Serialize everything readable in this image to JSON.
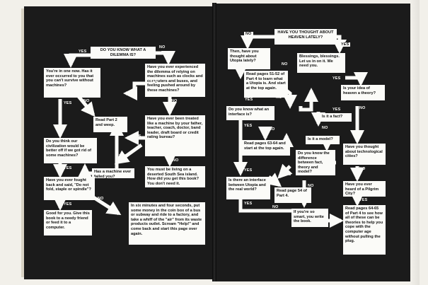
{
  "left": {
    "boxes": [
      {
        "id": "l_dilemma",
        "text": "DO YOU KNOW WHAT A DILEMMA IS?"
      },
      {
        "id": "l_inone",
        "text": "You're in one now. Has it ever occurred to you that you can't survive without machines?"
      },
      {
        "id": "l_experienced",
        "text": "Have you ever experienced the dilemma of relying on machines such as clocks and computers and buses, and feeling pushed around by these machines?"
      },
      {
        "id": "l_read2",
        "text": "Read Part 2 and weep."
      },
      {
        "id": "l_treated",
        "text": "Have you ever been treated like a machine by your father, teacher, coach, doctor, band leader, draft board or credit rating bureau?"
      },
      {
        "id": "l_civilization",
        "text": "Do you think our civilization would be better off if we got rid of some machines?"
      },
      {
        "id": "l_failed",
        "text": "Has a machine ever failed you?"
      },
      {
        "id": "l_desert",
        "text": "You must be living on a deserted South Sea island. How did you get this book? You don't need it."
      },
      {
        "id": "l_fought",
        "text": "Have you ever fought back and said, \"Do not fold, staple or spindle\"?"
      },
      {
        "id": "l_goodforyou",
        "text": "Good for you. Give this book to a needy friend or feed it to a computer."
      },
      {
        "id": "l_sixminutes",
        "text": "In six minutes and four seconds, put some money in the coin box of a bus or subway and ride to a factory, and take a whiff of the \"air\" from its waste products outlet. Scream \"Help!\" and come back and start this page over again."
      }
    ],
    "labels": {
      "yes1": "YES",
      "no1": "NO",
      "yes2": "YES",
      "no2": "NO",
      "no3": "NO",
      "yes3": "YES",
      "yes4": "YES",
      "yes5": "YES",
      "no4": "NO",
      "yes6": "YES",
      "no5": "NO",
      "no6": "NO",
      "yes7": "YES"
    }
  },
  "right": {
    "boxes": [
      {
        "id": "r_heaven",
        "text": "HAVE YOU THOUGHT ABOUT HEAVEN LATELY?"
      },
      {
        "id": "r_utopia",
        "text": "Then, have you thought about Utopia lately?"
      },
      {
        "id": "r_blessings",
        "text": "Blessings, blessings. Let us in on it. We need you."
      },
      {
        "id": "r_read51",
        "text": "Read pages 51-52 of Part 4 to learn what a Utopia is. And start at the top again."
      },
      {
        "id": "r_theory",
        "text": "Is your idea of heaven a theory?"
      },
      {
        "id": "r_interface",
        "text": "Do you know what an interface is?"
      },
      {
        "id": "r_fact",
        "text": "Is it a fact?"
      },
      {
        "id": "r_read63",
        "text": "Read pages 63-64 and start at the top again."
      },
      {
        "id": "r_model",
        "text": "Is it a model?"
      },
      {
        "id": "r_difference",
        "text": "Do you know the difference between fact, theory and model?"
      },
      {
        "id": "r_technological",
        "text": "Have you thought about technological cities?"
      },
      {
        "id": "r_isthere",
        "text": "Is there an interface between Utopia and the real world?"
      },
      {
        "id": "r_read54",
        "text": "Read page 54 of Part 4."
      },
      {
        "id": "r_pilgrim",
        "text": "Have you ever heard of a Pilgrim City?"
      },
      {
        "id": "r_smart",
        "text": "If you're so smart, you write the book."
      },
      {
        "id": "r_read64",
        "text": "Read pages 64-65 of Part 4 to see how all of these can be theories to help you cope with the computer age without pulling the plug."
      }
    ],
    "labels": {
      "no1": "NO",
      "yes1": "YES",
      "no2": "NO",
      "yes2": "YES",
      "no3": "NO",
      "yes3": "YES",
      "no4": "NO",
      "yes4": "YES",
      "yes5": "YES",
      "no5": "NO",
      "no6": "NO",
      "yes6": "YES",
      "no7": "NO",
      "yes7": "YES",
      "yes8": "YES",
      "no8": "NO",
      "yes9": "YES",
      "yes10": "YES",
      "no9": "NO"
    }
  }
}
